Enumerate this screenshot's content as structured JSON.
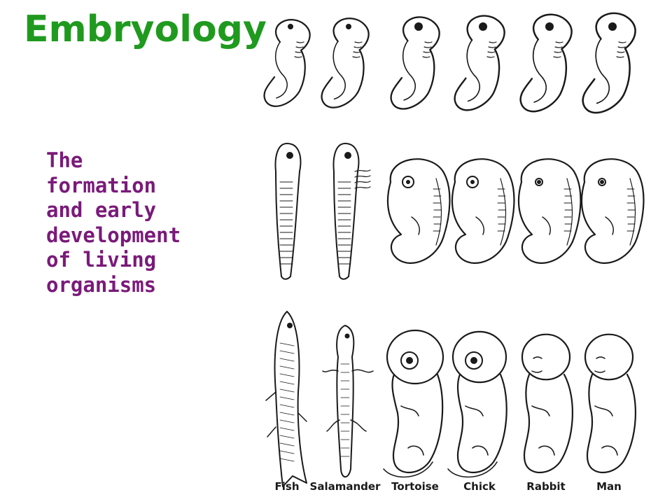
{
  "title": "Embryology",
  "definition": [
    "The",
    "formation",
    "and early",
    "development",
    "of living",
    "organisms"
  ],
  "species": [
    "Fish",
    "Salamander",
    "Tortoise",
    "Chick",
    "Rabbit",
    "Man"
  ],
  "stages": 3,
  "colors": {
    "title": "#1f9a1f",
    "definition": "#7a1a7a",
    "ink": "#1a1a1a",
    "background": "#ffffff"
  }
}
